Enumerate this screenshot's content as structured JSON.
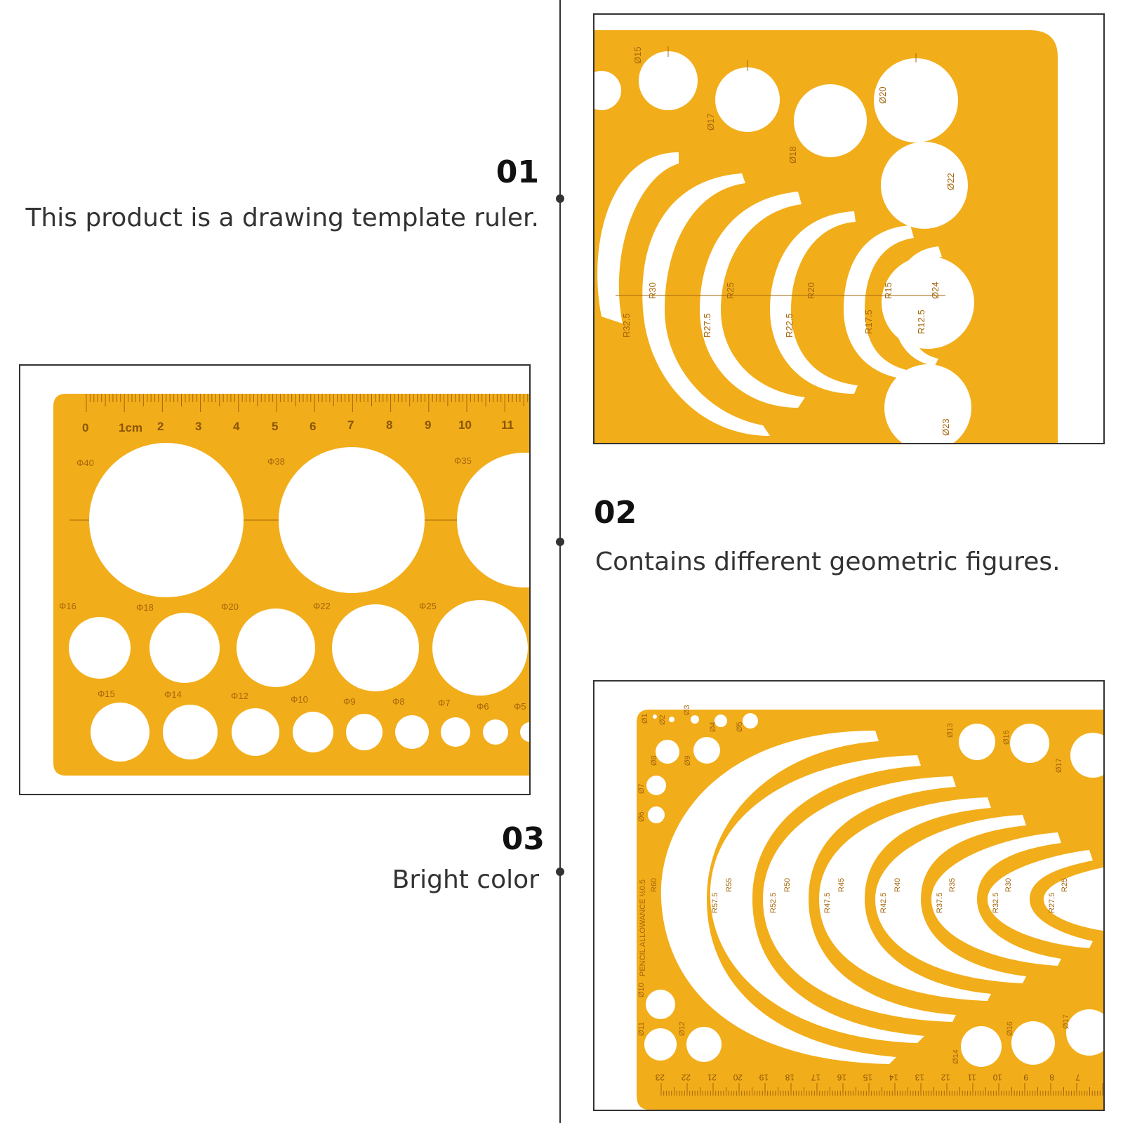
{
  "colors": {
    "template": "#f2ad1a",
    "template_edge": "#e09a10",
    "marking": "#a4660a",
    "line": "#333333"
  },
  "features": [
    {
      "num": "01",
      "text": "This product is a drawing template ruler."
    },
    {
      "num": "02",
      "text": "Contains different geometric figures."
    },
    {
      "num": "03",
      "text": "Bright color"
    }
  ],
  "photo_left": {
    "ruler_ticks": [
      "0",
      "1cm",
      "2",
      "3",
      "4",
      "5",
      "6",
      "7",
      "8",
      "9",
      "10",
      "11"
    ],
    "big_labels": [
      "Φ40",
      "Φ38",
      "Φ35"
    ],
    "mid_labels": [
      "Φ16",
      "Φ18",
      "Φ20",
      "Φ22",
      "Φ25"
    ],
    "small_labels": [
      "Φ15",
      "Φ14",
      "Φ12",
      "Φ10",
      "Φ9",
      "Φ8",
      "Φ7",
      "Φ6",
      "Φ5"
    ]
  },
  "photo_top_right": {
    "circle_labels": [
      "Ø15",
      "Ø17",
      "Ø18",
      "Ø20",
      "Ø22",
      "Ø24",
      "Ø23"
    ],
    "arc_labels": [
      "R32.5",
      "R30",
      "R27.5",
      "R25",
      "R22.5",
      "R20",
      "R17.5",
      "R15",
      "R12.5"
    ]
  },
  "photo_bottom_right": {
    "circle_labels": [
      "Ø1",
      "Ø2",
      "Ø3",
      "Ø4",
      "Ø5",
      "Ø8",
      "Ø9",
      "Ø7",
      "Ø6",
      "Ø13",
      "Ø15",
      "Ø17",
      "Ø10",
      "Ø11",
      "Ø12",
      "Ø14",
      "Ø16",
      "Ø17"
    ],
    "arc_labels": [
      "R60",
      "R57.5",
      "R55",
      "R52.5",
      "R50",
      "R47.5",
      "R45",
      "R42.5",
      "R40",
      "R37.5",
      "R35",
      "R32.5",
      "R30",
      "R27.5",
      "R25"
    ],
    "side_text": "PENCIL ALLOWANCE  ½0.5",
    "ruler_ticks": [
      "23",
      "22",
      "21",
      "20",
      "19",
      "18",
      "17",
      "16",
      "15",
      "14",
      "13",
      "12",
      "11",
      "10",
      "9",
      "8",
      "7"
    ]
  }
}
